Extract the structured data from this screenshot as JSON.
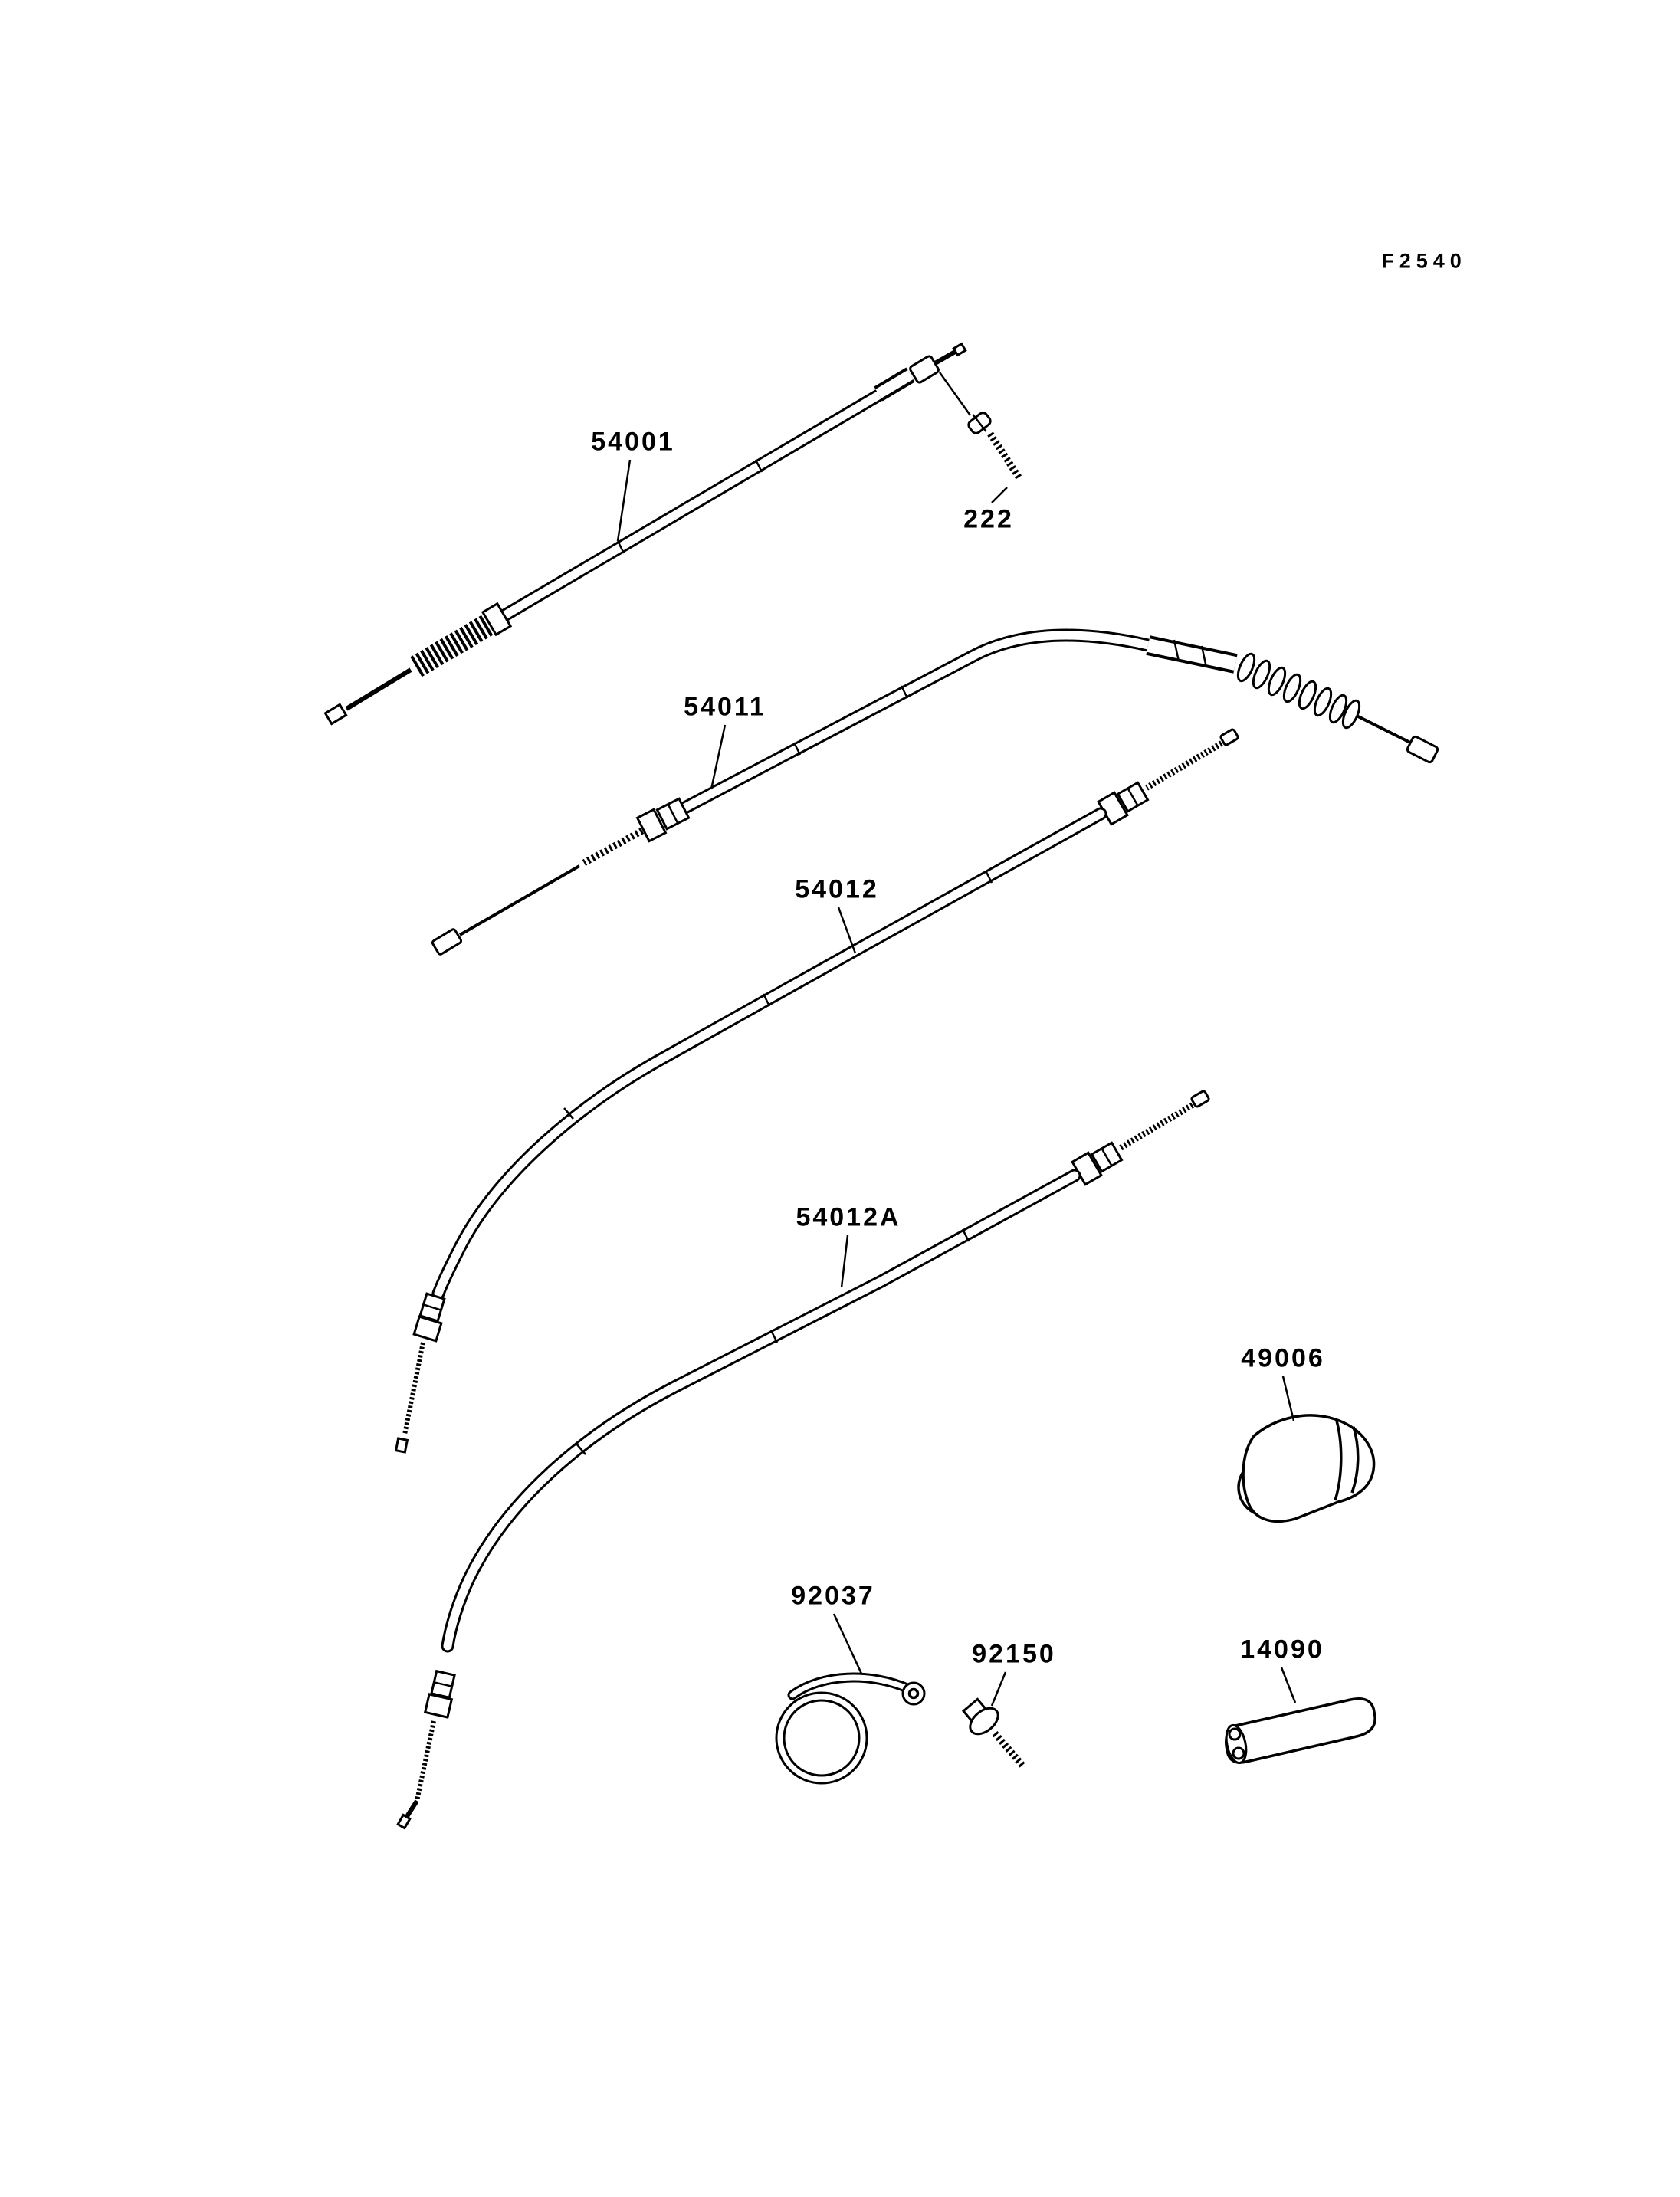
{
  "figure_code": "F2540",
  "labels": {
    "p54001": "54001",
    "p222": "222",
    "p54011": "54011",
    "p54012": "54012",
    "p54012a": "54012A",
    "p49006": "49006",
    "p92037": "92037",
    "p92150": "92150",
    "p14090": "14090"
  }
}
